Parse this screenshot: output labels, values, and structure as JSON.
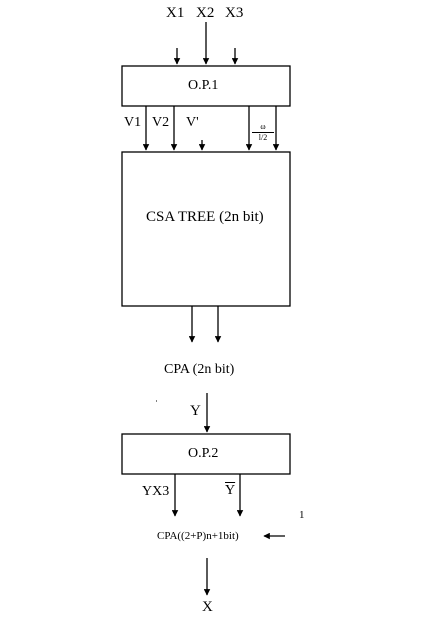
{
  "inputs": [
    "X1",
    "X2",
    "X3"
  ],
  "op1": {
    "label": "O.P.1"
  },
  "op1_outputs": [
    "V1",
    "V2",
    "V'"
  ],
  "side_fraction": {
    "numerator": "ω",
    "denominator": "l/2"
  },
  "csa": {
    "label": "CSA TREE (2n bit)"
  },
  "cpa1": {
    "label": "CPA (2n bit)"
  },
  "y_label": "Y",
  "op2": {
    "label": "O.P.2"
  },
  "op2_outputs": {
    "left": "YX3",
    "right": "Y"
  },
  "cpa2": {
    "label": "CPA((2+P)n+1bit)"
  },
  "note": "1",
  "output": "X",
  "colors": {
    "line": "#000000",
    "background": "#ffffff"
  }
}
